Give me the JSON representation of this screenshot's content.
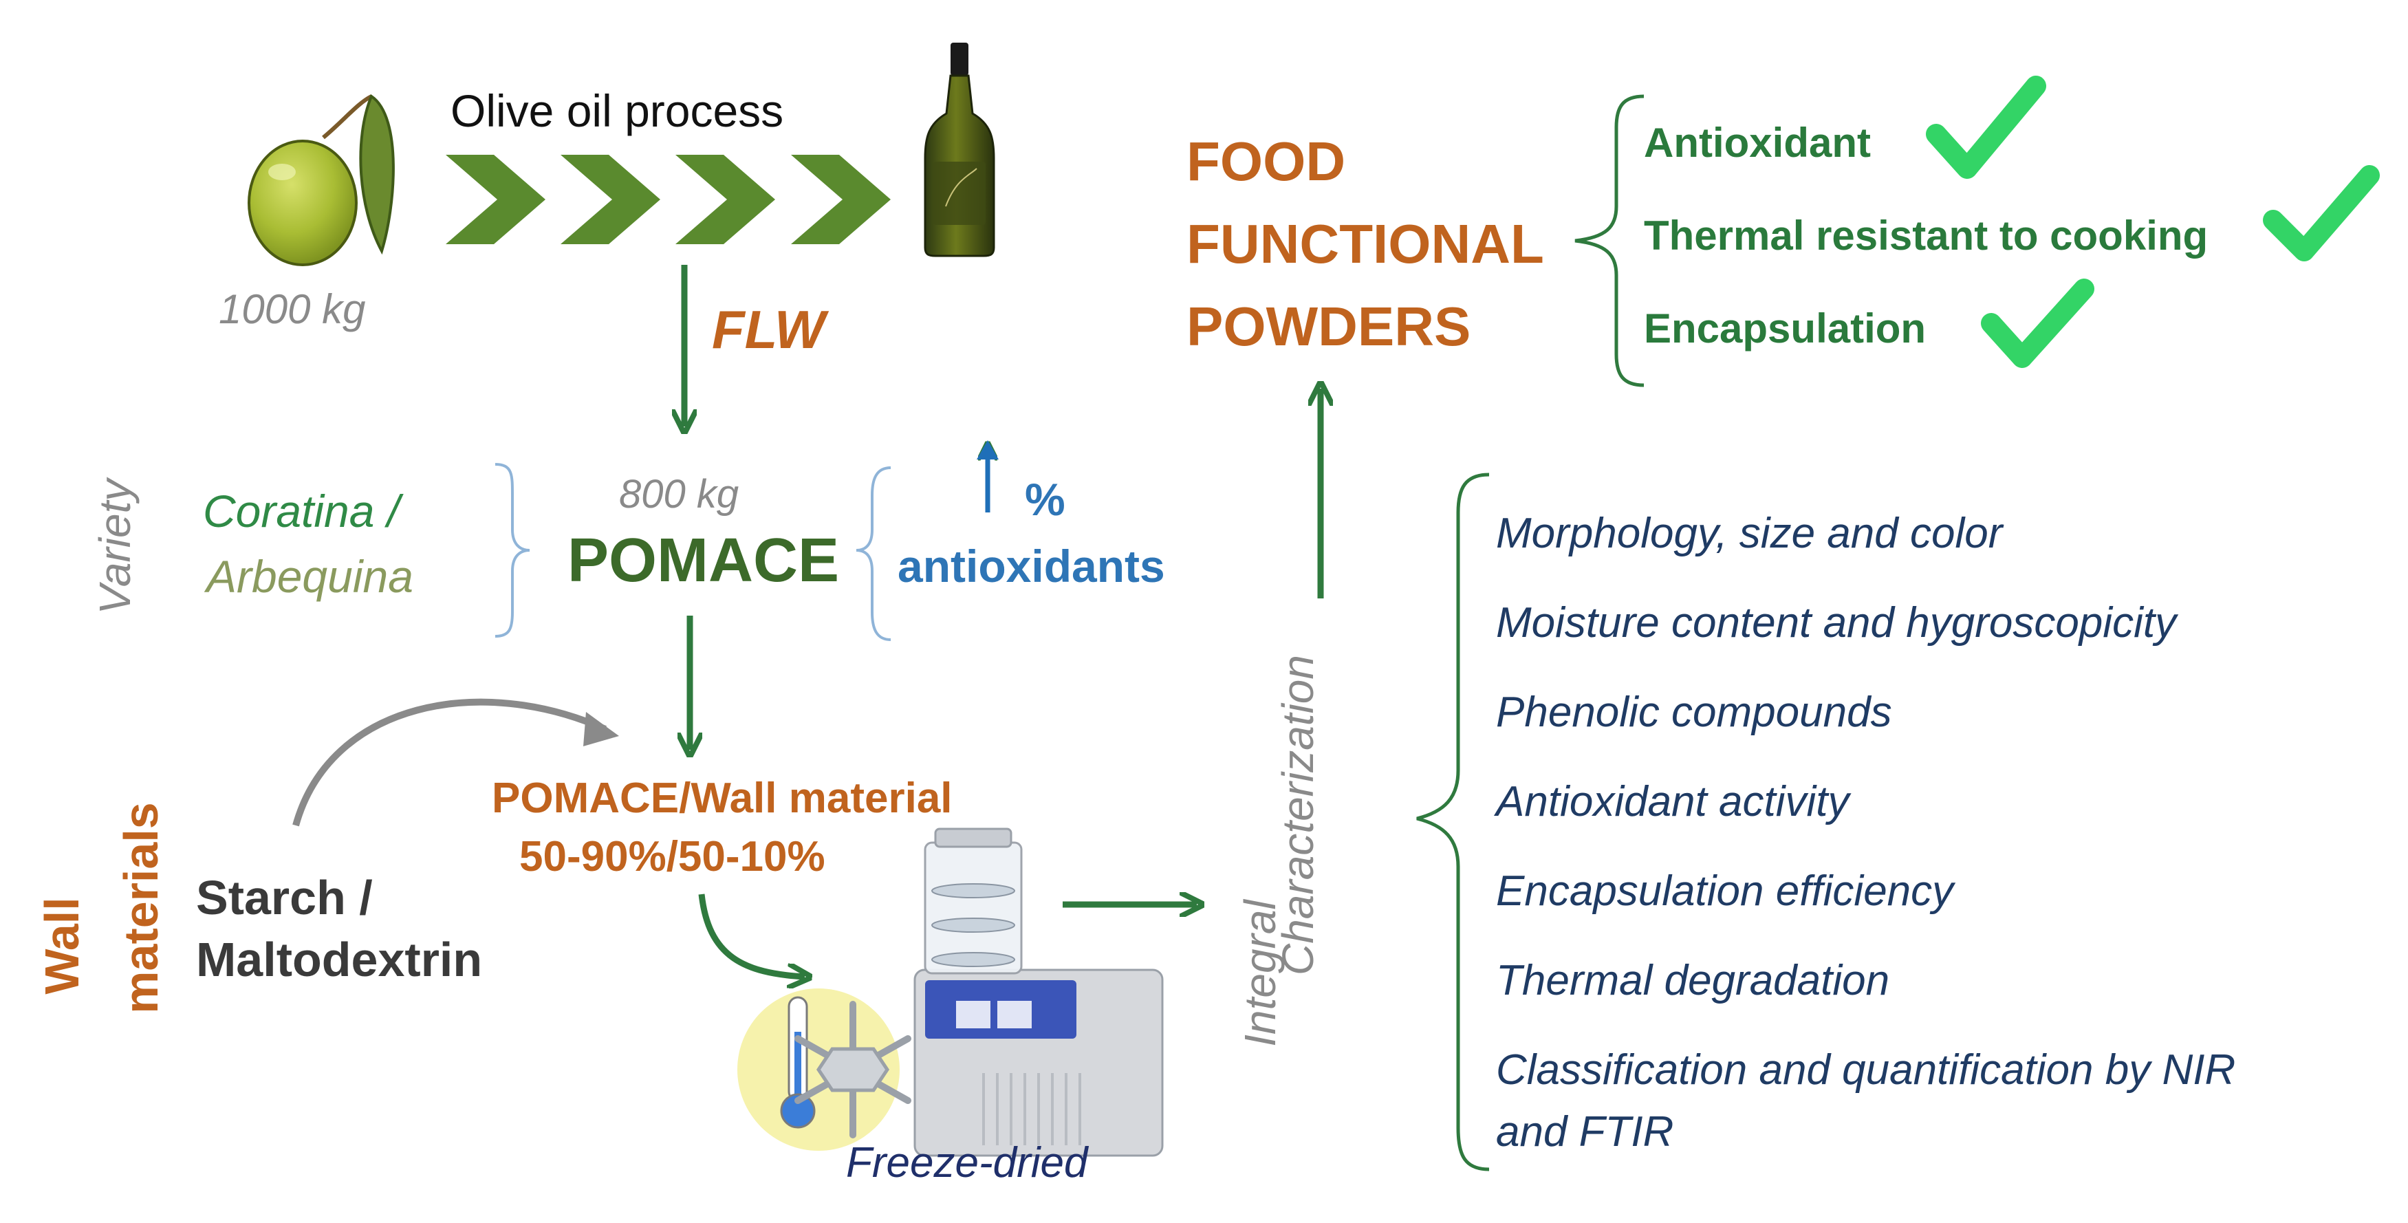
{
  "process_label": "Olive oil process",
  "olive_weight": "1000 kg",
  "flw_label": "FLW",
  "variety_label": "Variety",
  "variety_line1": "Coratina /",
  "variety_line2": "Arbequina",
  "pomace_weight": "800 kg",
  "pomace_label": "POMACE",
  "antiox_percent": "%",
  "antiox_label": "antioxidants",
  "wall_materials_line1": "Wall",
  "wall_materials_line2": "materials",
  "starch_line1": "Starch /",
  "starch_line2": "Maltodextrin",
  "mix_line1": "POMACE/Wall material",
  "mix_line2": "50-90%/50-10%",
  "freeze_label": "Freeze-dried",
  "integral_line1": "Integral",
  "integral_line2": "Characterization",
  "food_line1": "FOOD",
  "food_line2": "FUNCTIONAL",
  "food_line3": "POWDERS",
  "properties": [
    "Antioxidant",
    "Thermal resistant to cooking",
    "Encapsulation"
  ],
  "characterization": [
    "Morphology, size and color",
    "Moisture content and hygroscopicity",
    "Phenolic compounds",
    "Antioxidant activity",
    "Encapsulation efficiency",
    "Thermal degradation",
    "Classification and quantification by NIR",
    "and FTIR"
  ],
  "colors": {
    "orange": "#c0631e",
    "green": "#2f8a46",
    "chevron": "#5a8a2e",
    "check": "#33d466",
    "navy": "#1f3b64",
    "blue": "#2e75b6"
  },
  "icons": [
    "olive-icon",
    "oil-bottle-icon",
    "freeze-dryer-icon",
    "thermometer-icon",
    "snowflake-icon",
    "check-icon"
  ]
}
